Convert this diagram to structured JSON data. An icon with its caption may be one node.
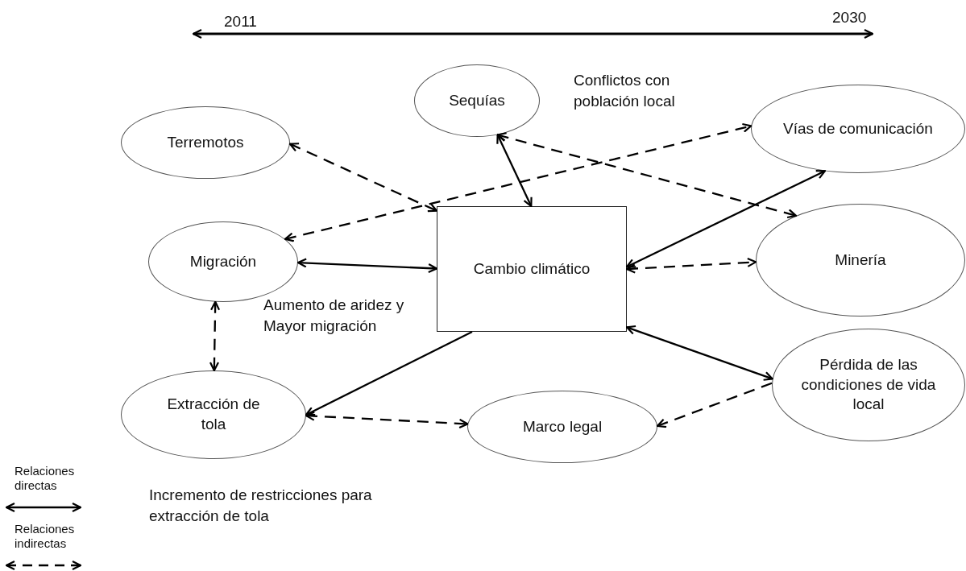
{
  "diagram": {
    "nodes": [
      {
        "text": [
          "Sequías"
        ]
      },
      {
        "text": [
          "Terremotos"
        ]
      },
      {
        "text": [
          "Vías de comunicación"
        ]
      },
      {
        "text": [
          "Migración"
        ]
      },
      {
        "text": [
          "Cambio climático"
        ]
      },
      {
        "text": [
          "Minería"
        ]
      },
      {
        "text": [
          "Pérdida de las condiciones de vida local"
        ]
      },
      {
        "text": [
          "Extracción de tola"
        ]
      },
      {
        "text": [
          "Marco legal"
        ]
      }
    ],
    "edges": [
      {
        "from": 1,
        "to": 4,
        "arrow": "both",
        "style": "dashed"
      },
      {
        "from": 0,
        "to": 4,
        "arrow": "both"
      },
      {
        "from": 3,
        "to": 2,
        "arrow": "both",
        "style": "dashed"
      },
      {
        "from": 0,
        "to": 5,
        "arrow": "both",
        "style": "dashed"
      },
      {
        "from": 4,
        "to": 2,
        "arrow": "both"
      },
      {
        "from": 4,
        "to": 5,
        "arrow": "both",
        "style": "dashed"
      },
      {
        "from": 3,
        "to": 4,
        "arrow": "both"
      },
      {
        "from": 3,
        "to": 7,
        "arrow": "both",
        "style": "dashed"
      },
      {
        "from": 4,
        "to": 7,
        "arrow": "to"
      },
      {
        "from": 7,
        "to": 8,
        "arrow": "both",
        "style": "dashed"
      },
      {
        "from": 6,
        "to": 8,
        "arrow": "to",
        "style": "dashed"
      },
      {
        "from": 4,
        "to": 6,
        "arrow": "both"
      }
    ],
    "labels": [
      "2011",
      "2030",
      "Conflictos con población local",
      "Aumento de aridez y Mayor migración",
      "Incremento de restricciones para extracción de tola"
    ],
    "legend": [
      {
        "text": "Relaciones directas"
      },
      {
        "text": "Relaciones indirectas"
      }
    ]
  }
}
